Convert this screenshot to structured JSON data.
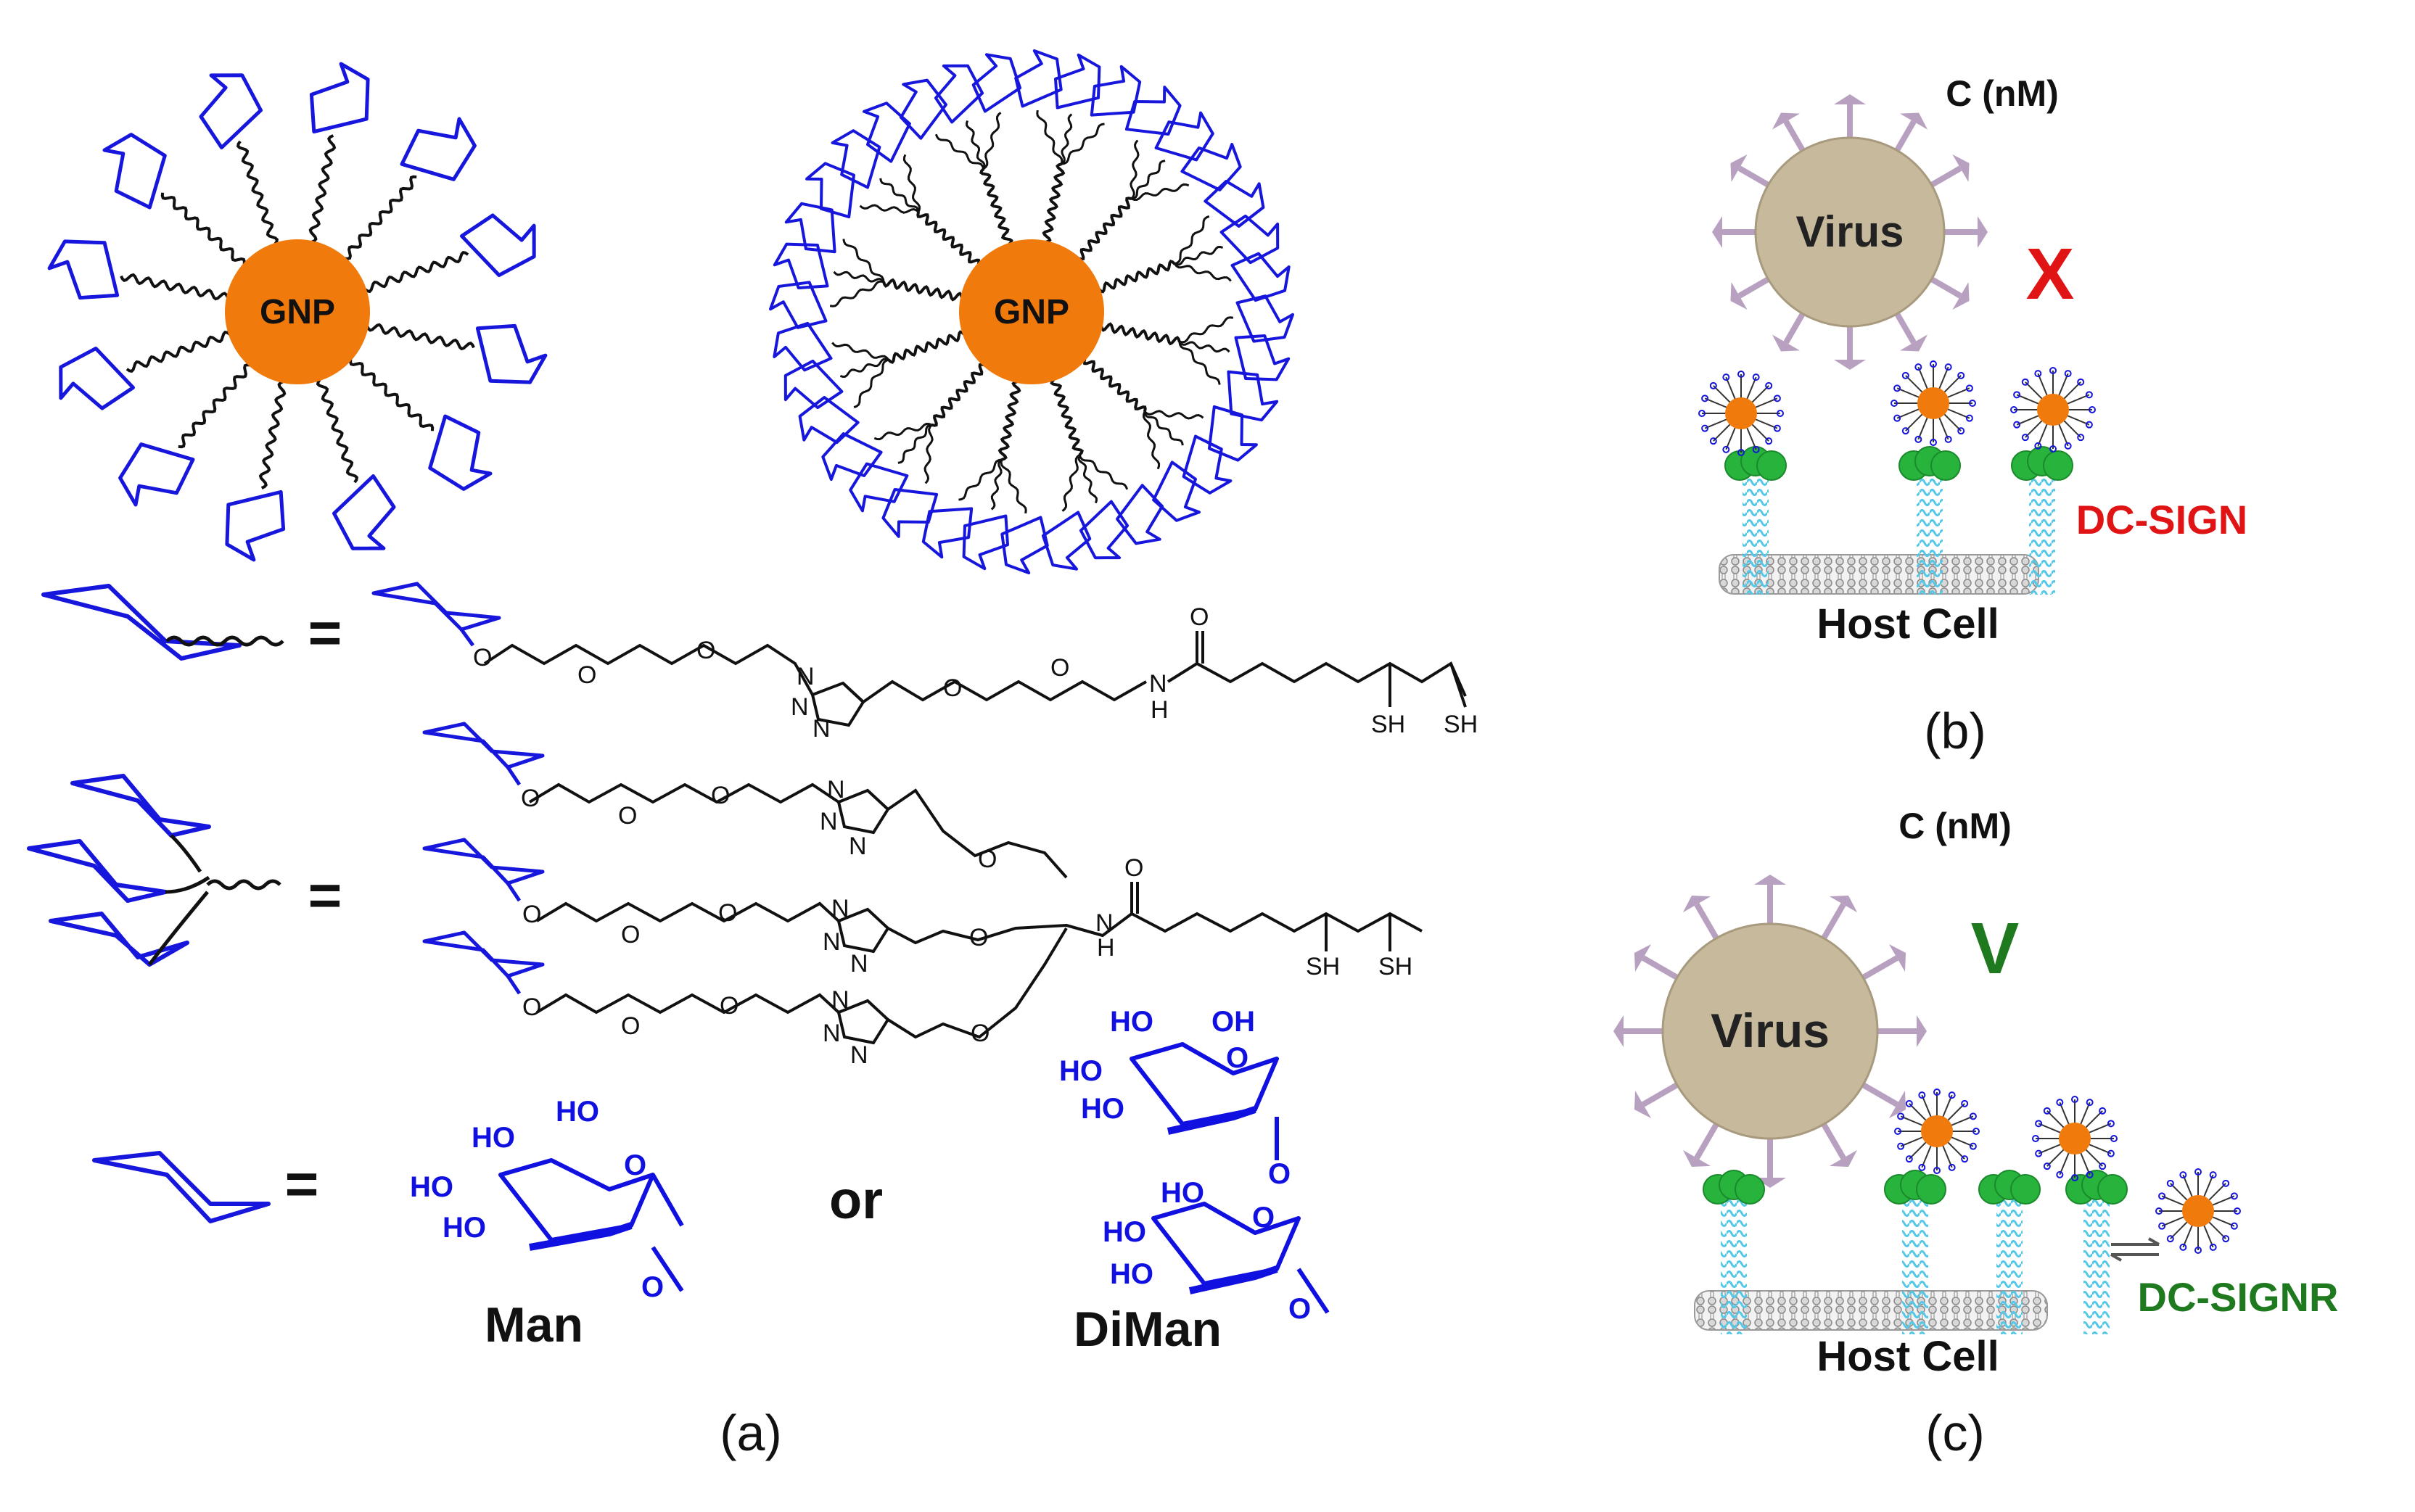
{
  "colors": {
    "sugar": "#1616dc",
    "linker": "#111111",
    "gnp": "#f07a0c",
    "virus_fill": "#c7b99b",
    "virus_spike": "#b8a0c0",
    "receptor": "#28b43c",
    "membrane_helix": "#54c8e6",
    "red_label": "#e01414",
    "green_label": "#1f7a1f"
  },
  "panel_a": {
    "gnp_mono_label": "GNP",
    "gnp_tri_label": "GNP",
    "equals_1": "=",
    "equals_2": "=",
    "equals_3": "=",
    "atoms": {
      "O": "O",
      "N": "N",
      "H": "H",
      "SH": "SH"
    },
    "sugar_groups": {
      "HO": "HO",
      "OH": "OH"
    },
    "or_label": "or",
    "man_label": "Man",
    "diman_label": "DiMan",
    "caption": "(a)"
  },
  "panel_b": {
    "conc_label": "C (nM)",
    "virus_label": "Virus",
    "result_mark": "X",
    "receptor_label": "DC-SIGN",
    "cell_label": "Host Cell",
    "caption": "(b)"
  },
  "panel_c": {
    "conc_label": "C (nM)",
    "virus_label": "Virus",
    "result_mark": "V",
    "receptor_label": "DC-SIGNR",
    "cell_label": "Host Cell",
    "caption": "(c)"
  }
}
